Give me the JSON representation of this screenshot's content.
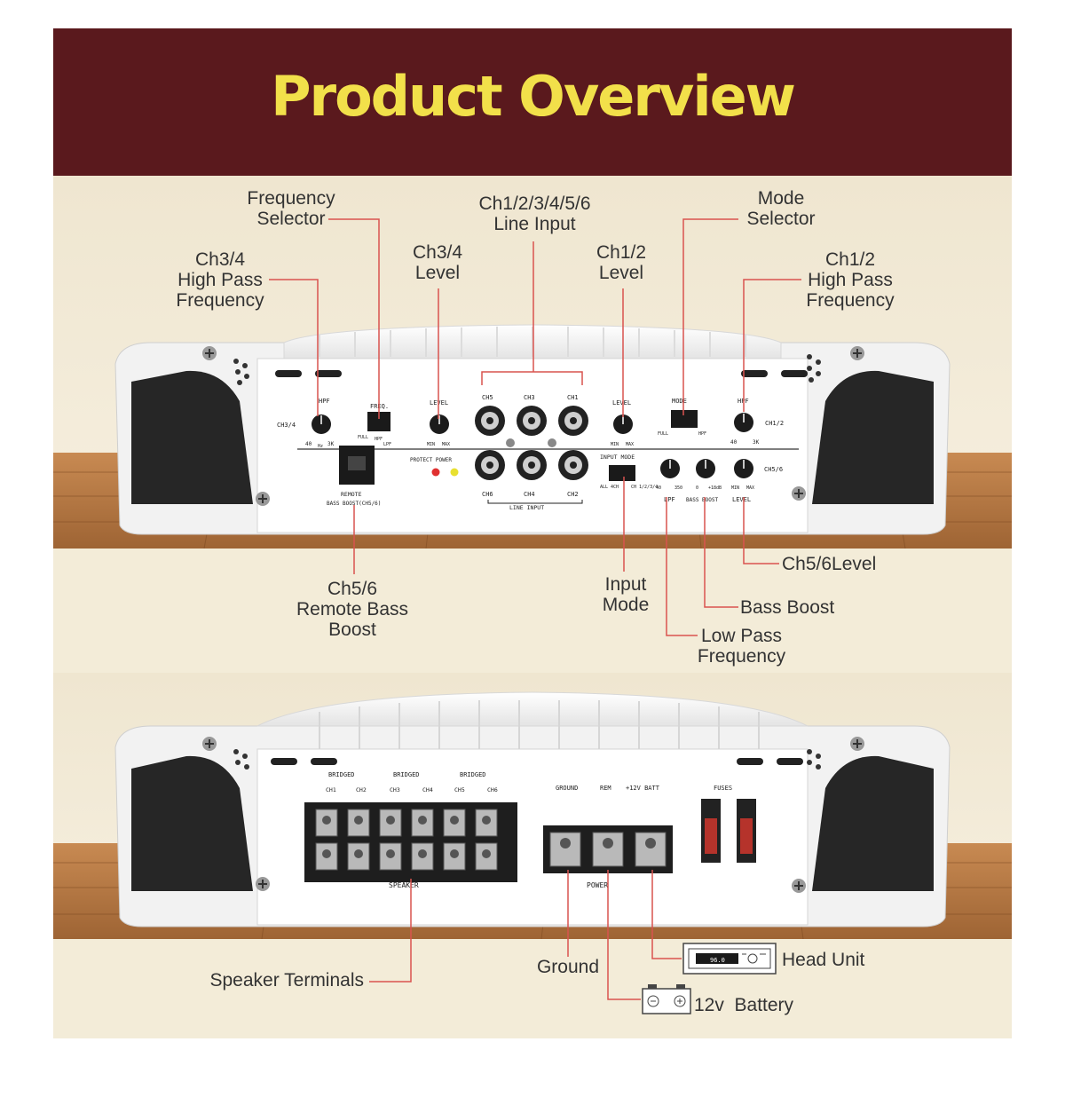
{
  "title": "Product Overview",
  "colors": {
    "banner": "#5a191d",
    "title": "#f2e04a",
    "leader": "#d9534f",
    "background": "#f3ecd8"
  },
  "labels": {
    "freq_selector": "Frequency\nSelector",
    "line_input": "Ch1/2/3/4/5/6\nLine Input",
    "mode_selector": "Mode\nSelector",
    "ch34_level": "Ch3/4\nLevel",
    "ch12_level": "Ch1/2\nLevel",
    "ch34_hpf": "Ch3/4\nHigh Pass\nFrequency",
    "ch12_hpf": "Ch1/2\nHigh Pass\nFrequency",
    "ch56_level": "Ch5/6Level",
    "remote_bass": "Ch5/6\nRemote Bass\nBoost",
    "input_mode": "Input\nMode",
    "bass_boost": "Bass Boost",
    "lpf": "Low Pass\nFrequency",
    "speaker_terminals": "Speaker Terminals",
    "ground": "Ground",
    "head_unit": "Head Unit",
    "battery": "12v  Battery"
  },
  "panel_top": {
    "hpf": "HPF",
    "ch34": "CH3/4",
    "ch12": "CH1/2",
    "freq": "FREQ.",
    "full": "FULL",
    "hpf_small": "HPF",
    "lpf_small": "LPF",
    "level": "LEVEL",
    "mode": "MODE",
    "hz_40": "40",
    "hz": "Hz",
    "hz_3k": "3K",
    "min": "MIN",
    "max": "MAX",
    "ch5": "CH5",
    "ch3": "CH3",
    "ch1": "CH1",
    "ch6": "CH6",
    "ch4": "CH4",
    "ch2": "CH2",
    "line_input": "LINE INPUT",
    "protect_power": "PROTECT POWER",
    "input_mode": "INPUT MODE",
    "all_4ch": "ALL\n4CH",
    "ch_1234": "CH\n1/2/3/4",
    "lpf": "LPF",
    "hz_350": "350",
    "boost_0": "0",
    "boost_18": "+18dB",
    "bass_boost": "BASS BOOST",
    "ch56": "CH5/6",
    "remote": "REMOTE",
    "remote_sub": "BASS BOOST(CH5/6)"
  },
  "panel_bottom": {
    "bridged": "BRIDGED",
    "ch1": "CH1",
    "ch2": "CH2",
    "ch3": "CH3",
    "ch4": "CH4",
    "ch5": "CH5",
    "ch6": "CH6",
    "plus": "+",
    "minus": "−",
    "speaker": "SPEAKER",
    "ground": "GROUND",
    "rem": "REM",
    "batt": "+12V BATT",
    "power": "POWER",
    "fuses": "FUSES",
    "display": "96.0"
  }
}
